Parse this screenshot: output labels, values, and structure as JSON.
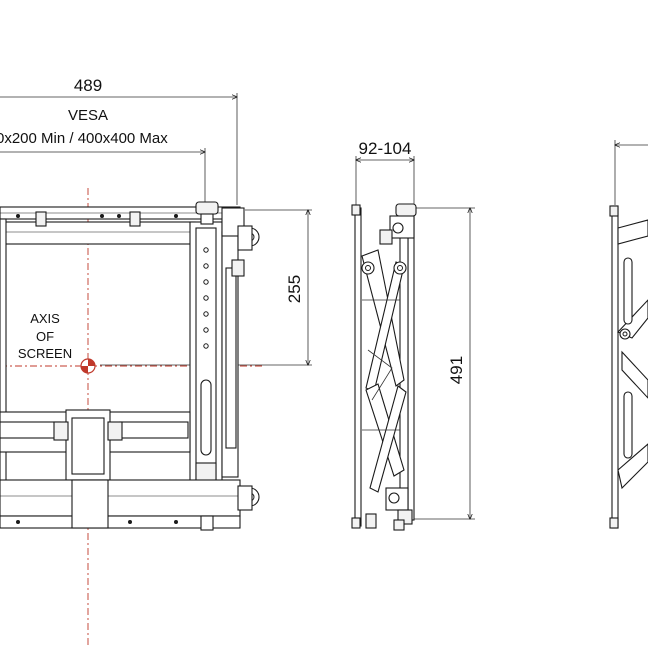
{
  "dimensions": {
    "overall_width": "489",
    "vesa_label": "VESA",
    "vesa_range": "0x200 Min / 400x400 Max",
    "offset_height": "255",
    "depth": "92-104",
    "overall_height": "491"
  },
  "annotations": {
    "axis_line1": "AXIS",
    "axis_line2": "OF",
    "axis_line3": "SCREEN"
  },
  "colors": {
    "line": "#1a1a1a",
    "axis": "#c0392b"
  }
}
